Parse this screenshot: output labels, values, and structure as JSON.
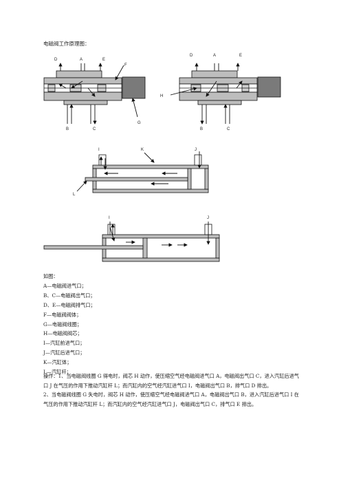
{
  "title": "电磁阀工作原理图：",
  "figure": {
    "valve_left_labels": {
      "D": "D",
      "A": "A",
      "E": "E",
      "F": "F",
      "B": "B",
      "C": "C",
      "G": "G"
    },
    "valve_right_labels": {
      "D": "D",
      "A": "A",
      "E": "E",
      "H": "H",
      "B": "B",
      "C": "C"
    },
    "cyl1_labels": {
      "I": "I",
      "K": "K",
      "J": "J",
      "L": "L"
    },
    "cyl2_labels": {
      "I": "I",
      "J": "J"
    }
  },
  "legend": {
    "intro": "如图：",
    "items": [
      "A—电磁阀进气口；",
      "B、C—电磁阀出气口；",
      "D、E—电磁阀排气口；",
      "F—电磁阀阀体；",
      "G—电磁阀线圈；",
      "H—电磁阀阀芯；",
      "I—汽缸前进气口；",
      "J—汽缸后进气口；",
      "K—汽缸体；",
      "L—汽缸杆；"
    ]
  },
  "operation": {
    "p1": "操作：1、当电磁阀线圈 G 得电时，阀芯 H 动作，使压缩空气经电磁阀进气口 A，电磁阀出气口 C，进入汽缸后进气口 J 在气压的作用下推动汽缸杆 L；而汽缸内的空气经汽缸进气口 I，电磁阀出气口 B，排气口 D 排出。",
    "p2": "2、当电磁阀线圈 G 失电时，阀芯 H 动作，使压缩空气经电磁阀进气口 A，电磁阀出气口 B，进入汽缸后进气口 I 在气压的作用下推动汽缸杆 L；而汽缸内的空气经汽缸进气口 J，电磁阀出气口 C，排气口 E 排出。"
  }
}
